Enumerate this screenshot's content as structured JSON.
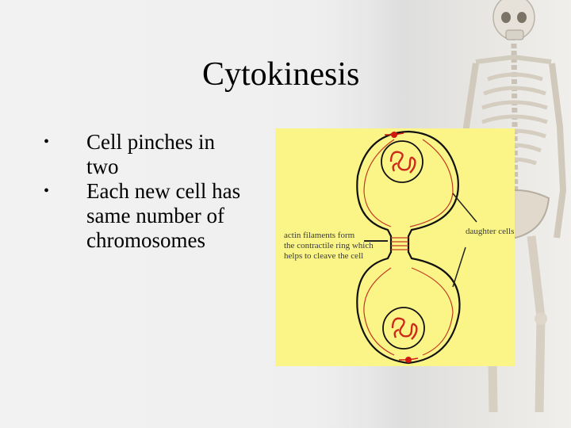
{
  "slide": {
    "title": "Cytokinesis",
    "bullets": [
      {
        "symbol": "•",
        "lines": [
          "Cell pinches in",
          "two"
        ]
      },
      {
        "symbol": "•",
        "lines": [
          "Each new cell has",
          "same number of",
          "chromosomes"
        ]
      }
    ]
  },
  "diagram": {
    "label_ring": [
      "actin filaments form",
      "the contractile ring which",
      "helps to cleave the cell"
    ],
    "label_daughter": "daughter cells"
  },
  "colors": {
    "diagram_background": "#fbf588",
    "cell_outline": "#111111",
    "chromosome": "#cc2a1a",
    "background": "#eeeeee"
  }
}
